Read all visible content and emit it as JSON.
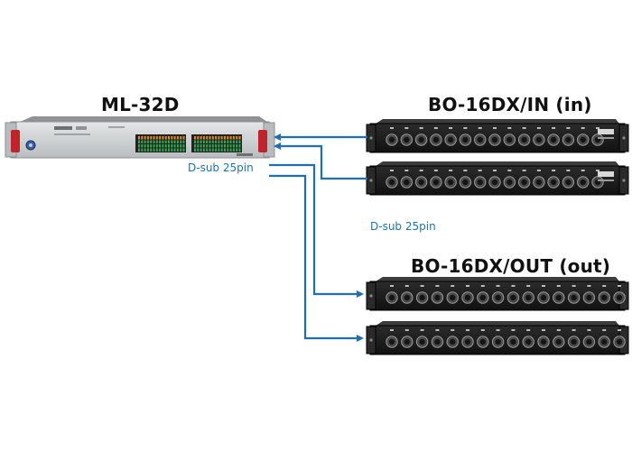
{
  "devices": {
    "ml32d": {
      "title": "ML-32D"
    },
    "bo_in": {
      "title": "BO-16DX/IN (in)"
    },
    "bo_out": {
      "title": "BO-16DX/OUT (out)"
    }
  },
  "connectors": {
    "left_label": "D-sub 25pin",
    "right_label": "D-sub 25pin"
  },
  "colors": {
    "cable": "#1f6db3",
    "label_blue": "#1a73b8",
    "rack_dark": "#1c1c1c",
    "ml_panel": "#c9cccd",
    "ml_handle": "#c0242a",
    "meter_green": "#2fa84f",
    "meter_orange": "#e58a1f"
  }
}
